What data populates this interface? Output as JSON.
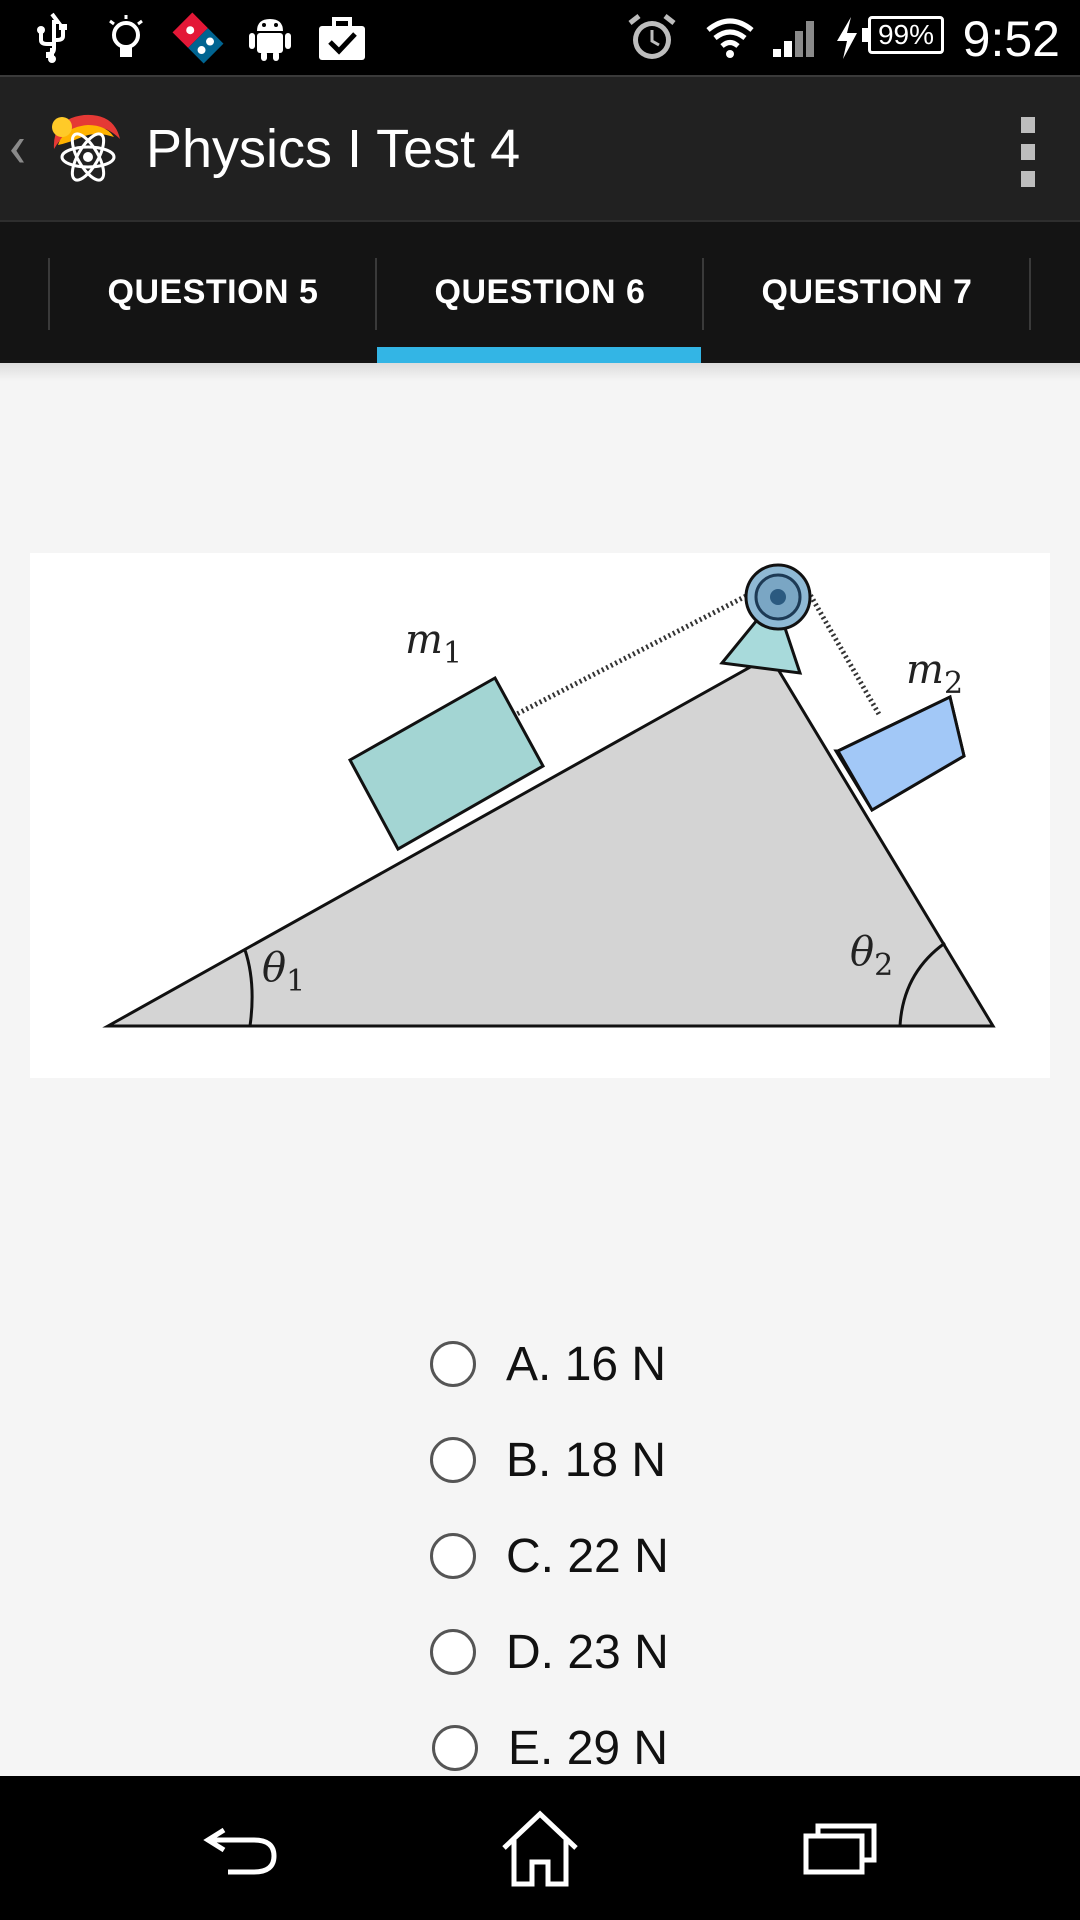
{
  "status_bar": {
    "left_icons": [
      "usb-icon",
      "lightbulb-icon",
      "dominos-icon",
      "android-icon",
      "briefcase-check-icon"
    ],
    "right_icons": [
      "alarm-icon",
      "wifi-icon",
      "signal-icon",
      "charging-icon"
    ],
    "battery": "99%",
    "time": "9:52"
  },
  "action_bar": {
    "title": "Physics I Test 4",
    "back_icon": "chevron-left-icon",
    "logo_icon": "atom-logo-icon",
    "overflow_icon": "overflow-menu-icon"
  },
  "tabs": [
    {
      "label": "QUESTION 5",
      "selected": false
    },
    {
      "label": "QUESTION 6",
      "selected": true
    },
    {
      "label": "QUESTION 7",
      "selected": false
    }
  ],
  "accent_color": "#33b5e5",
  "figure": {
    "labels": {
      "m1": "m",
      "m1_sub": "1",
      "m2": "m",
      "m2_sub": "2",
      "theta1": "θ",
      "theta1_sub": "1",
      "theta2": "θ",
      "theta2_sub": "2"
    }
  },
  "answers": [
    {
      "label": "A. 16 N",
      "selected": false
    },
    {
      "label": "B. 18 N",
      "selected": false
    },
    {
      "label": "C. 22 N",
      "selected": false
    },
    {
      "label": "D. 23 N",
      "selected": false
    },
    {
      "label": "E. 29 N",
      "selected": false
    }
  ],
  "nav_bar": {
    "buttons": [
      "back-icon",
      "home-icon",
      "recent-apps-icon"
    ]
  }
}
